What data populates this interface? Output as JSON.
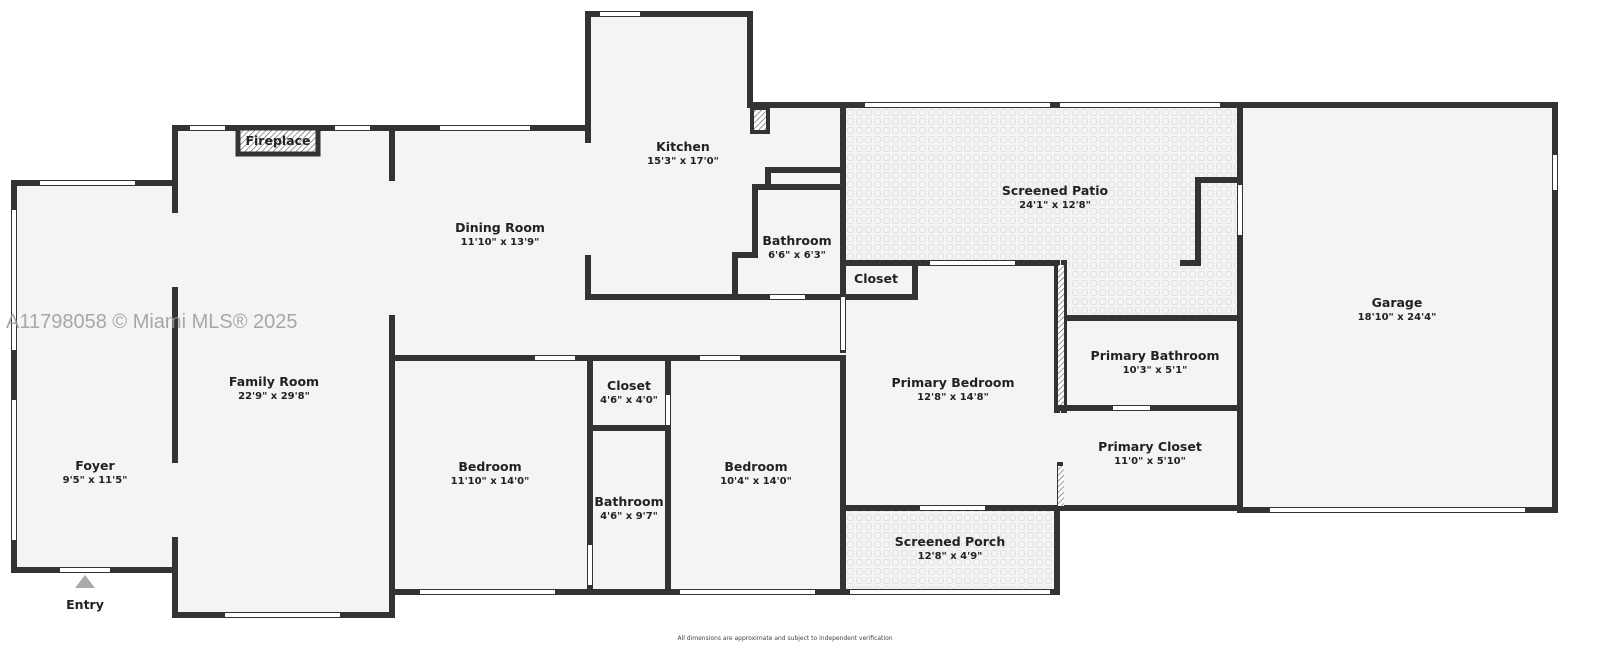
{
  "watermark": "A11798058 © Miami MLS® 2025",
  "footer_note": "All dimensions are approximate and subject to independent verification",
  "entry_label": "Entry",
  "fireplace_label": "Fireplace",
  "rooms": {
    "kitchen": {
      "name": "Kitchen",
      "dim": "15'3\" x 17'0\""
    },
    "dining": {
      "name": "Dining Room",
      "dim": "11'10\" x 13'9\""
    },
    "family": {
      "name": "Family Room",
      "dim": "22'9\" x 29'8\""
    },
    "foyer": {
      "name": "Foyer",
      "dim": "9'5\" x 11'5\""
    },
    "patio": {
      "name": "Screened Patio",
      "dim": "24'1\" x 12'8\""
    },
    "bath1": {
      "name": "Bathroom",
      "dim": "6'6\" x 6'3\""
    },
    "closet1": {
      "name": "Closet"
    },
    "garage": {
      "name": "Garage",
      "dim": "18'10\" x 24'4\""
    },
    "pbath": {
      "name": "Primary Bathroom",
      "dim": "10'3\" x 5'1\""
    },
    "pbed": {
      "name": "Primary Bedroom",
      "dim": "12'8\" x 14'8\""
    },
    "pcloset": {
      "name": "Primary Closet",
      "dim": "11'0\" x 5'10\""
    },
    "closet2": {
      "name": "Closet",
      "dim": "4'6\" x 4'0\""
    },
    "bed1": {
      "name": "Bedroom",
      "dim": "11'10\" x 14'0\""
    },
    "bath2": {
      "name": "Bathroom",
      "dim": "4'6\" x 9'7\""
    },
    "bed2": {
      "name": "Bedroom",
      "dim": "10'4\" x 14'0\""
    },
    "porch": {
      "name": "Screened Porch",
      "dim": "12'8\" x 4'9\""
    }
  }
}
